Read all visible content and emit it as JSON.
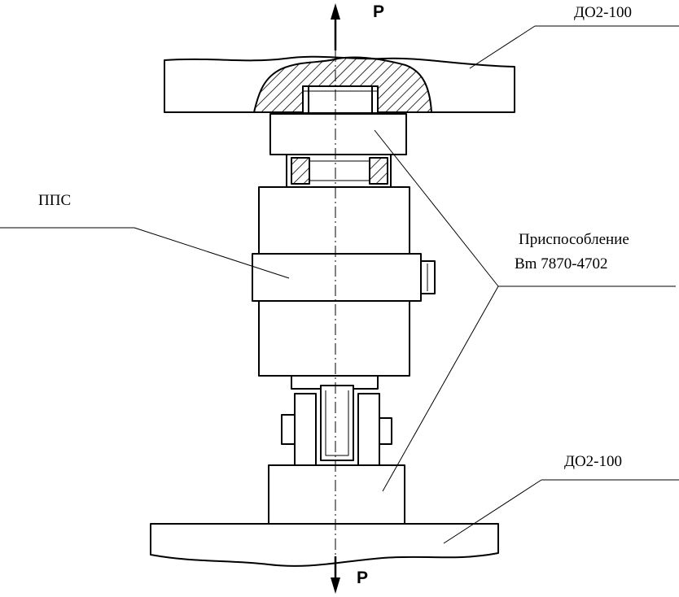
{
  "labels": {
    "force_top": "P",
    "force_bottom": "P",
    "machine_top": "ДО2-100",
    "machine_bottom": "ДО2-100",
    "sensor": "ППС",
    "fixture_line1": "Приспособление",
    "fixture_line2": "Bm 7870-4702"
  },
  "colors": {
    "stroke": "#000000",
    "background": "#ffffff"
  }
}
